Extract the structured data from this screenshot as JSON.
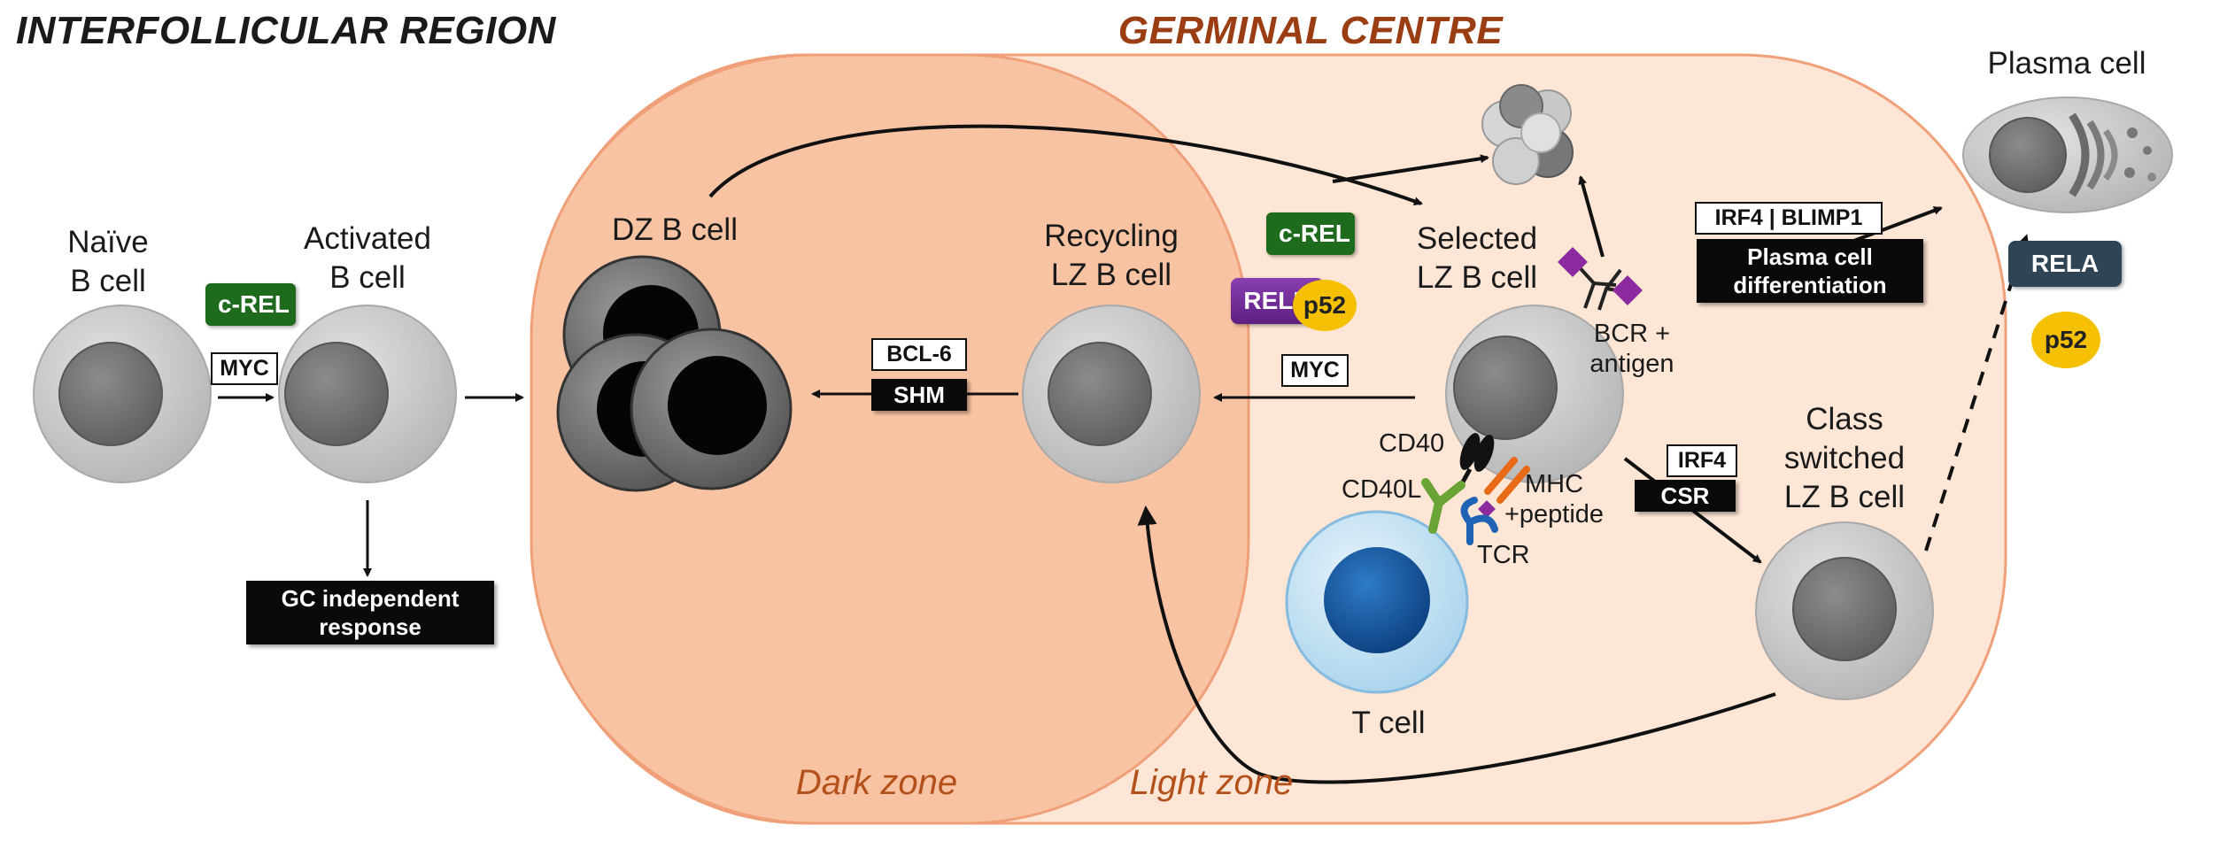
{
  "regions": {
    "interfollicular": "INTERFOLLICULAR REGION",
    "germinal_centre": "GERMINAL CENTRE"
  },
  "zones": {
    "dark": "Dark zone",
    "light": "Light zone"
  },
  "cells": {
    "naive_l1": "Naïve",
    "naive_l2": "B cell",
    "activated_l1": "Activated",
    "activated_l2": "B cell",
    "dz": "DZ B cell",
    "recycling_l1": "Recycling",
    "recycling_l2": "LZ B cell",
    "selected_l1": "Selected",
    "selected_l2": "LZ B cell",
    "class_l1": "Class",
    "class_l2": "switched",
    "class_l3": "LZ B cell",
    "plasma": "Plasma cell",
    "tcell": "T cell"
  },
  "factors": {
    "crel_1": "c-REL",
    "myc_1": "MYC",
    "gc_independent_l1": "GC independent",
    "gc_independent_l2": "response",
    "bcl6": "BCL-6",
    "shm": "SHM",
    "crel_2": "c-REL",
    "relb": "RELB",
    "p52_1": "p52",
    "myc_2": "MYC",
    "irf4_blimp1": "IRF4 | BLIMP1",
    "plasma_diff_l1": "Plasma cell",
    "plasma_diff_l2": "differentiation",
    "irf4": "IRF4",
    "csr": "CSR",
    "rela": "RELA",
    "p52_2": "p52"
  },
  "molecules": {
    "cd40": "CD40",
    "cd40l": "CD40L",
    "mhc_l1": "MHC",
    "mhc_l2": "+peptide",
    "tcr": "TCR",
    "bcr_l1": "BCR +",
    "bcr_l2": "antigen"
  },
  "colors": {
    "gc_fill": "#fde6d6",
    "dz_fill": "#f8c3a2",
    "zone_border": "#f0a078",
    "crel": "#1e6b1e",
    "relb": "#6d2a96",
    "p52": "#f5c000",
    "rela": "#2f4556",
    "antigen": "#8e2aa0"
  }
}
